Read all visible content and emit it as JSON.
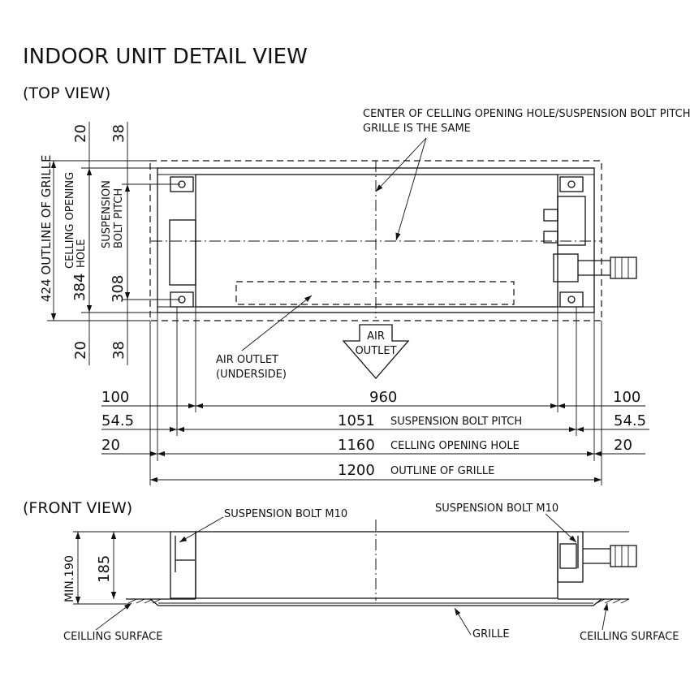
{
  "title": "INDOOR UNIT DETAIL VIEW",
  "top_view": {
    "label": "(TOP VIEW)",
    "note_line1": "CENTER OF CELLING OPENING HOLE/SUSPENSION BOLT PITCH/",
    "note_line2": "GRILLE IS THE SAME",
    "air_outlet_arrow_line1": "AIR",
    "air_outlet_arrow_line2": "OUTLET",
    "air_outlet_note_line1": "AIR OUTLET",
    "air_outlet_note_line2": "(UNDERSIDE)",
    "left_dims": {
      "top_20": "20",
      "top_38": "38",
      "bottom_20": "20",
      "bottom_38": "38",
      "outline": "424 OUTLINE OF GRILLE",
      "hole_value": "384",
      "hole_label_1": "CELLING OPENING",
      "hole_label_2": "HOLE",
      "bolt_value": "308",
      "bolt_label_1": "SUSPENSION",
      "bolt_label_2": "BOLT PITCH"
    },
    "bottom_dims": {
      "d100_left": "100",
      "d960": "960",
      "d100_right": "100",
      "d545_left": "54.5",
      "d1051": "1051",
      "d1051_label": "SUSPENSION BOLT PITCH",
      "d545_right": "54.5",
      "d20_left": "20",
      "d1160": "1160",
      "d1160_label": "CELLING OPENING HOLE",
      "d20_right": "20",
      "d1200": "1200",
      "d1200_label": "OUTLINE OF GRILLE"
    }
  },
  "front_view": {
    "label": "(FRONT VIEW)",
    "bolt_left": "SUSPENSION BOLT M10",
    "bolt_right": "SUSPENSION BOLT M10",
    "min190": "MIN.190",
    "d185": "185",
    "ceiling_left": "CEILLING SURFACE",
    "grille": "GRILLE",
    "ceiling_right": "CEILLING SURFACE"
  }
}
